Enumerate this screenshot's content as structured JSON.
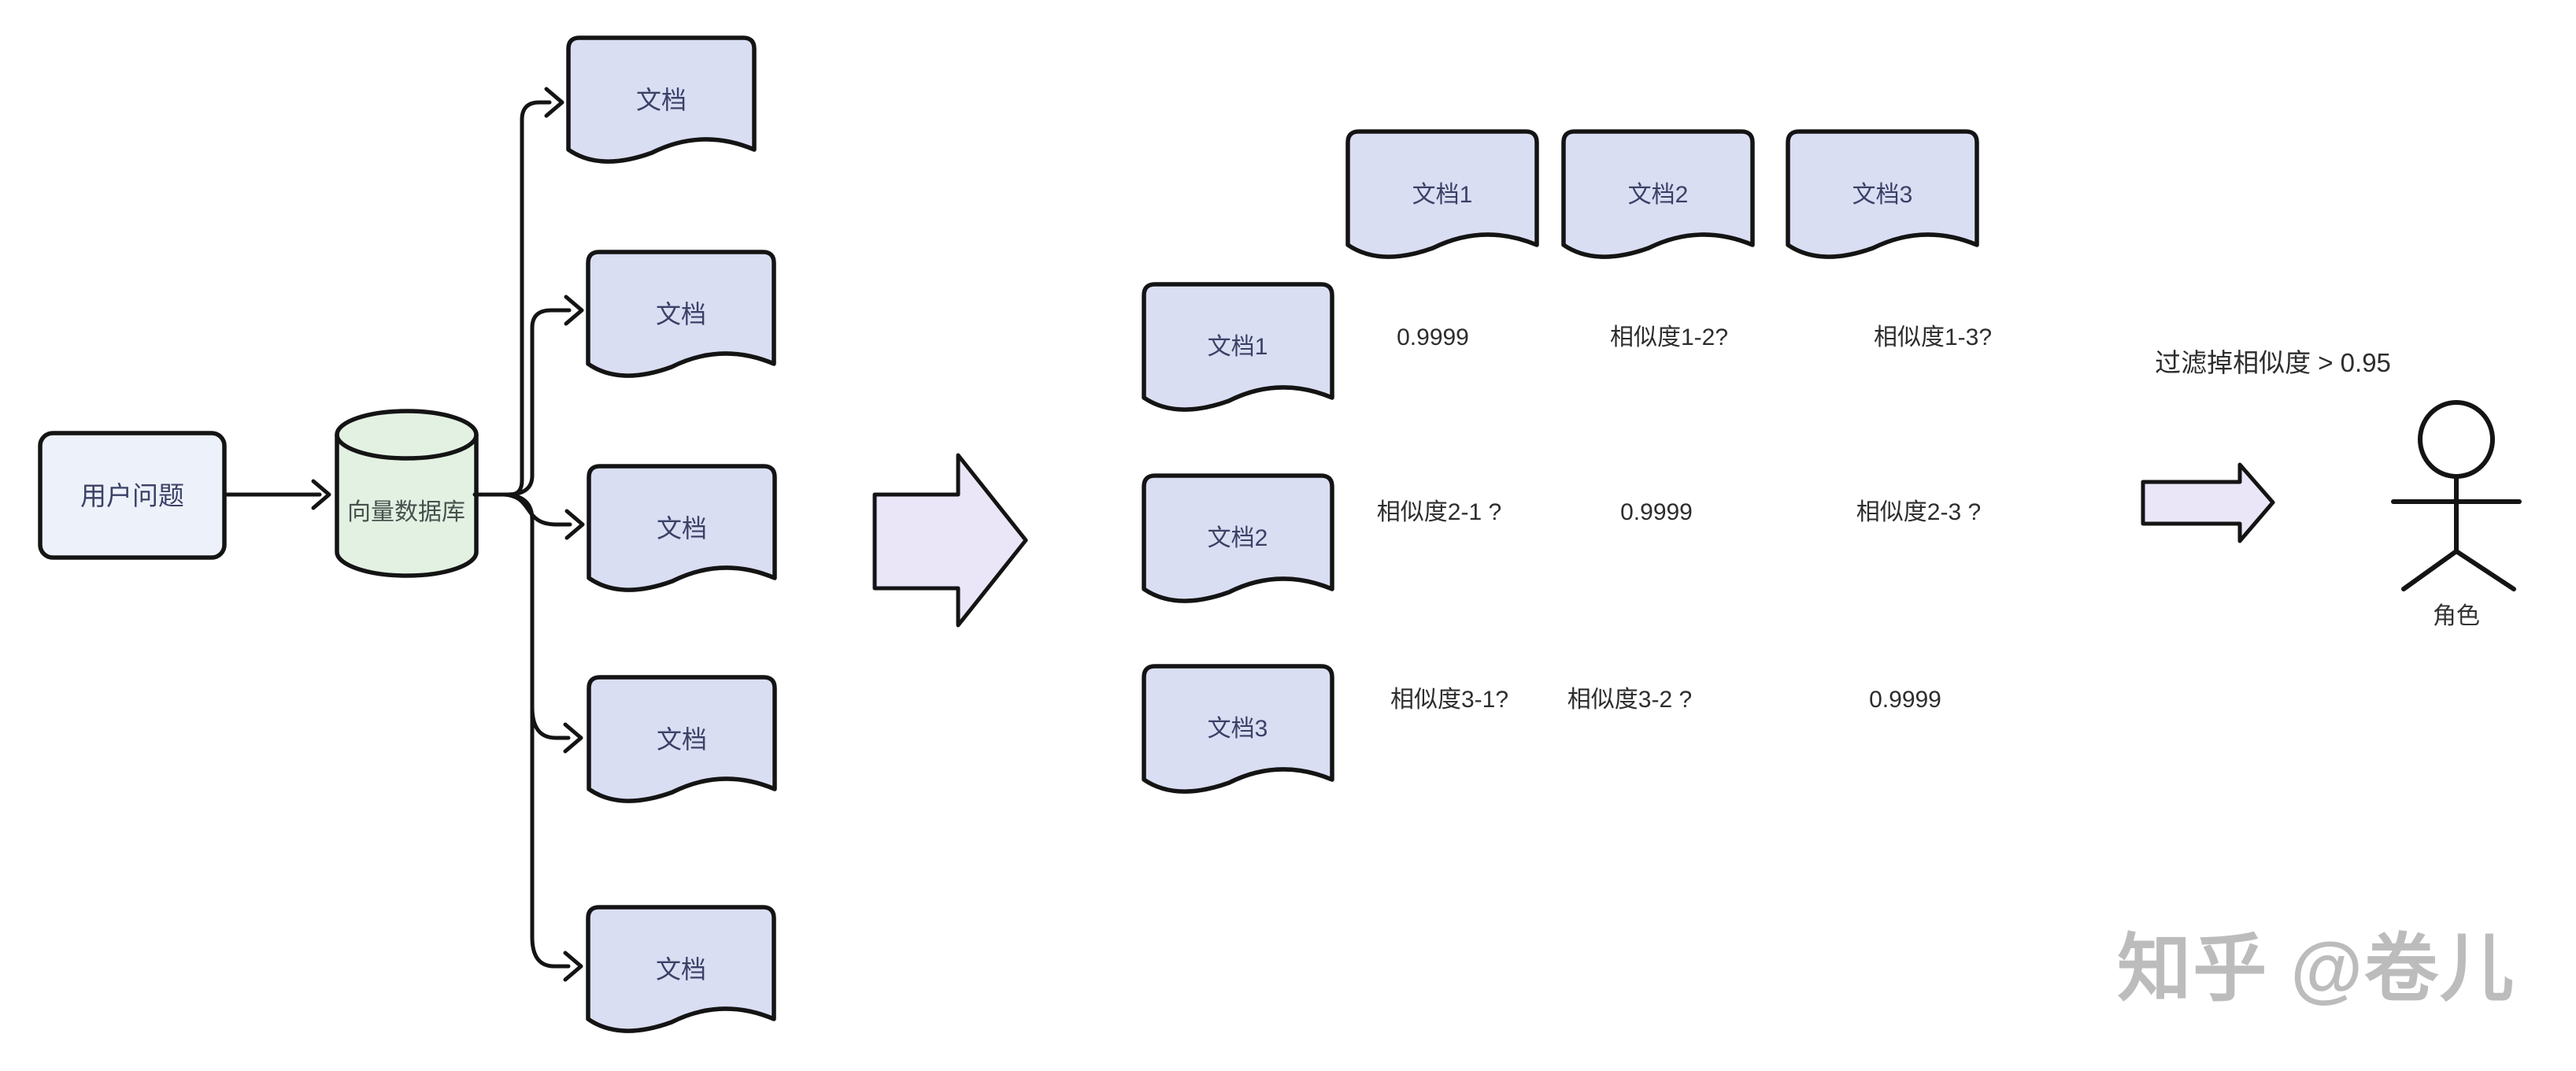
{
  "colors": {
    "doc_fill": "#dadef3",
    "box_fill": "#edf1fa",
    "cylinder_fill": "#e3f1e3",
    "arrow_fill": "#eae6f8",
    "stroke": "#141414",
    "node_text": "#3b4166",
    "cylinder_text": "#46514c",
    "cell_text": "#2d2d2d",
    "actor_text": "#333333",
    "watermark": "#bcbcbc",
    "bg": "#ffffff"
  },
  "nodes": {
    "user_question": "用户问题",
    "vector_db": "向量数据库",
    "doc_label": "文档",
    "filter_note": "过滤掉相似度 > 0.95",
    "actor_label": "角色"
  },
  "matrix": {
    "col_headers": [
      "文档1",
      "文档2",
      "文档3"
    ],
    "row_headers": [
      "文档1",
      "文档2",
      "文档3"
    ],
    "cells": [
      [
        "0.9999",
        "相似度1-2?",
        "相似度1-3?"
      ],
      [
        "相似度2-1 ?",
        "0.9999",
        "相似度2-3 ?"
      ],
      [
        "相似度3-1?",
        "相似度3-2 ?",
        "0.9999"
      ]
    ]
  },
  "watermark": "知乎 @卷儿"
}
